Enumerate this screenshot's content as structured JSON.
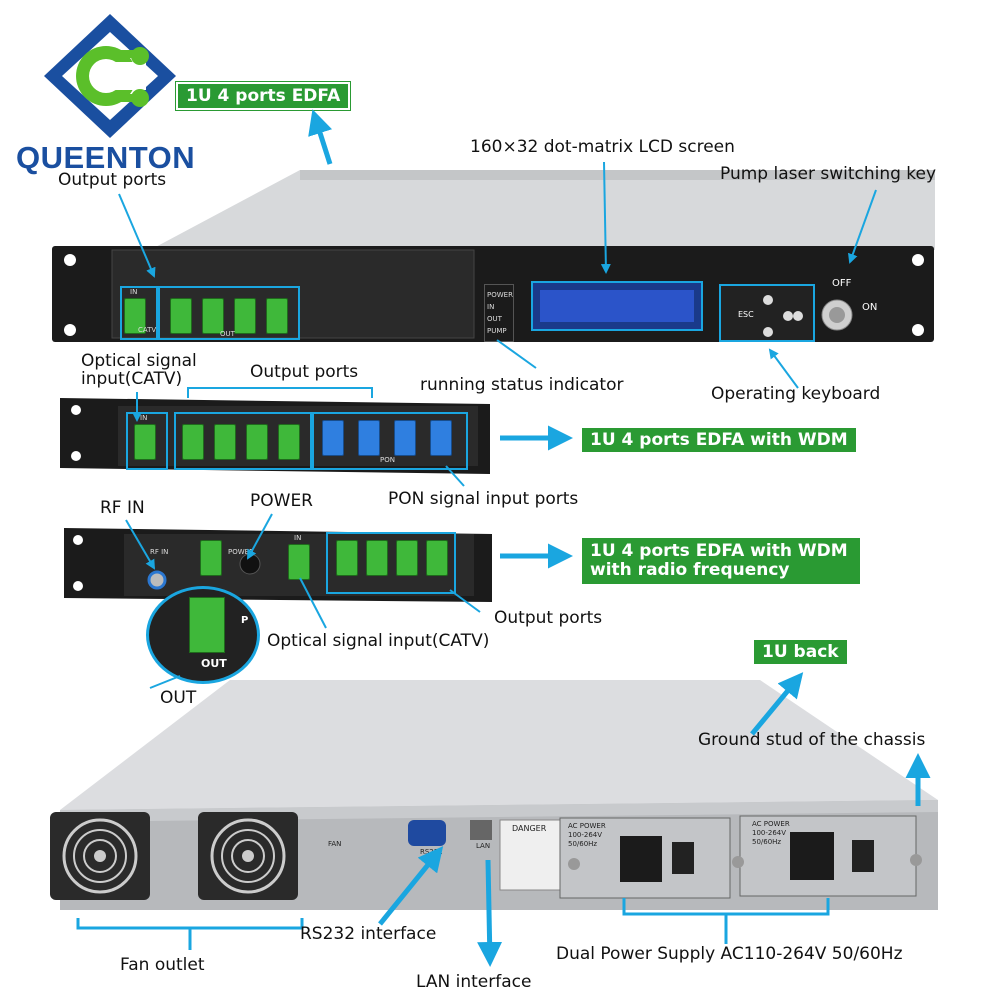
{
  "brand": {
    "name": "QUEENTON"
  },
  "tags": {
    "edfa": "1U 4 ports EDFA",
    "edfa_wdm": "1U 4 ports EDFA with WDM",
    "edfa_wdm_rf_line1": "1U 4 ports EDFA with WDM",
    "edfa_wdm_rf_line2": "with radio frequency",
    "back": "1U back"
  },
  "labels": {
    "output_ports_top": "Output ports",
    "lcd": "160×32 dot-matrix LCD screen",
    "pump_key": "Pump laser switching key",
    "optical_input_line1": "Optical signal",
    "optical_input_line2": "input(CATV)",
    "output_ports_mid": "Output ports",
    "running_status": "running status indicator",
    "operating_keyboard": "Operating keyboard",
    "pon_input": "PON signal input ports",
    "rf_in": "RF IN",
    "power": "POWER",
    "output_ports_rf": "Output ports",
    "optical_input_rf": "Optical signal input(CATV)",
    "out": "OUT",
    "ground_stud": "Ground stud of the chassis",
    "rs232": "RS232 interface",
    "fan_outlet": "Fan outlet",
    "lan": "LAN interface",
    "dual_power": "Dual Power Supply AC110-264V 50/60Hz"
  },
  "panel_text": {
    "off": "OFF",
    "on": "ON",
    "esc": "ESC",
    "in": "IN",
    "catv": "CATV",
    "out_small": "OUT",
    "pon": "PON",
    "rf_in_small": "RF IN",
    "power_small": "POWER",
    "status": [
      "POWER",
      "IN",
      "OUT",
      "PUMP"
    ],
    "fan": "FAN",
    "rs232_small": "RS232",
    "lan_small": "LAN",
    "danger": "DANGER",
    "ac_power": "AC POWER",
    "ac_range": "100-264V",
    "ac_freq": "50/60Hz",
    "p": "P"
  },
  "colors": {
    "brand_blue": "#1a4fa0",
    "brand_green": "#5bbf2a",
    "tag_green": "#2a9a33",
    "arrow_blue": "#1aa6e0",
    "port_green": "#3fb83a",
    "port_blue": "#2f7fe0"
  }
}
